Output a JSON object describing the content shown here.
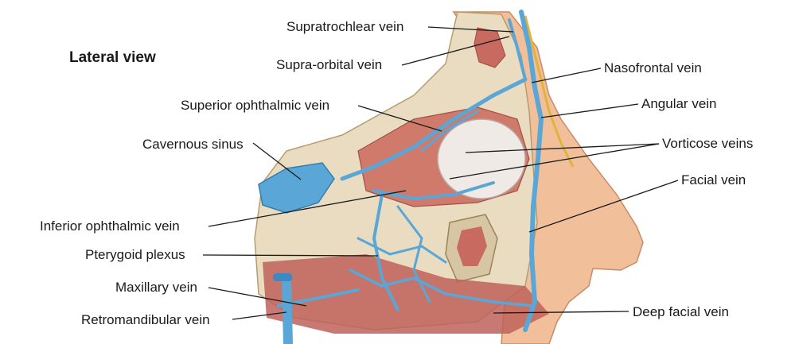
{
  "title": "Lateral view",
  "labels": {
    "supratrochlear": "Supratrochlear vein",
    "supraorbital": "Supra-orbital vein",
    "nasofrontal": "Nasofrontal vein",
    "superior_ophthalmic": "Superior ophthalmic vein",
    "angular": "Angular vein",
    "cavernous": "Cavernous sinus",
    "vorticose": "Vorticose veins",
    "facial": "Facial vein",
    "inferior_ophthalmic": "Inferior ophthalmic vein",
    "pterygoid": "Pterygoid plexus",
    "maxillary": "Maxillary vein",
    "retromandibular": "Retromandibular vein",
    "deep_facial": "Deep facial vein"
  },
  "colors": {
    "vein": "#5aa6d6",
    "vein_dark": "#2f7fb5",
    "bone": "#e9dcc0",
    "skin": "#f2bf9b",
    "muscle": "#c0625a",
    "leader": "#1a1a1a"
  }
}
